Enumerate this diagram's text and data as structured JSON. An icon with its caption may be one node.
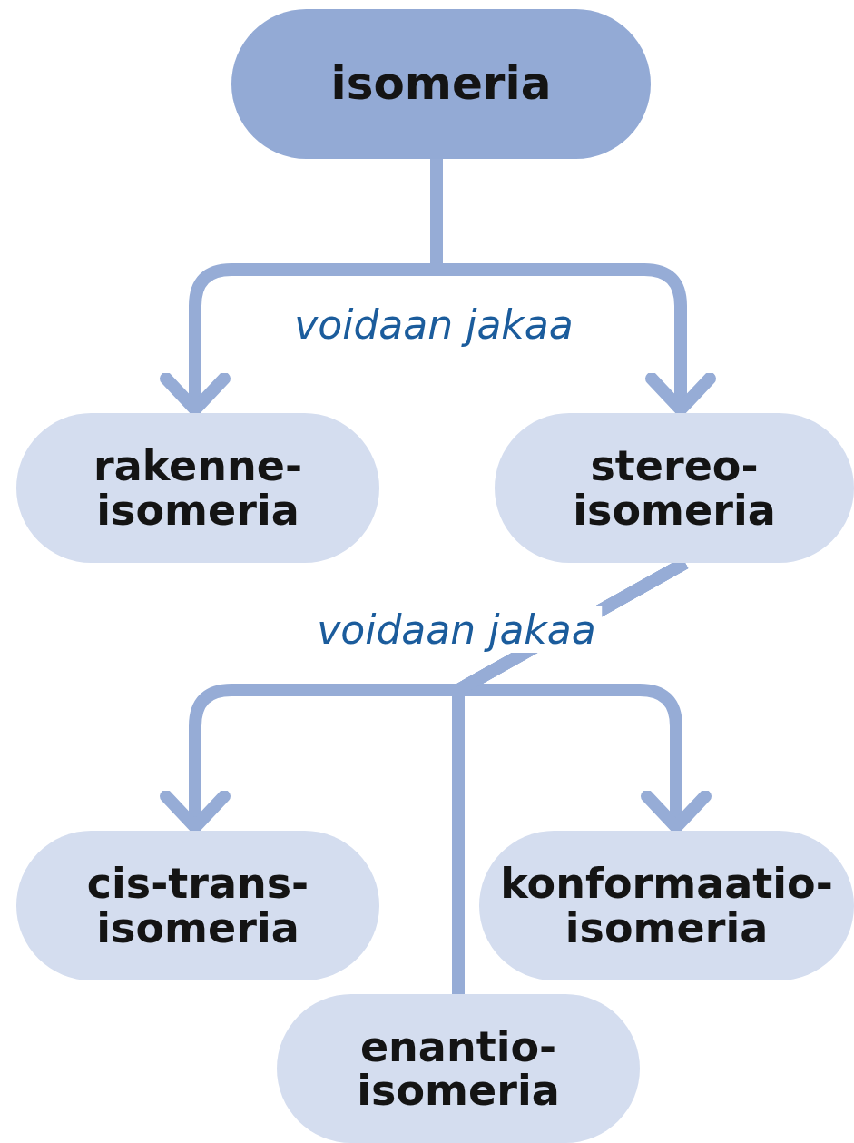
{
  "diagram": {
    "nodes": [
      {
        "text": [
          "isomeria"
        ]
      },
      {
        "text": [
          "rakenne-isomeria"
        ]
      },
      {
        "text": [
          "stereo-isomeria"
        ]
      },
      {
        "text": [
          "cis-trans-isomeria"
        ]
      },
      {
        "text": [
          "konformaatio-isomeria"
        ]
      },
      {
        "text": [
          "enantio-isomeria"
        ]
      }
    ],
    "edges": [
      {
        "from": 0,
        "to": 1,
        "arrow": "to",
        "label": "voidaan jakaa"
      },
      {
        "from": 0,
        "to": 2,
        "arrow": "to"
      },
      {
        "from": 2,
        "to": 3,
        "arrow": "to",
        "label": "voidaan jakaa"
      },
      {
        "from": 2,
        "to": 4,
        "arrow": "to"
      },
      {
        "from": 2,
        "to": 5,
        "arrow": "none"
      }
    ]
  }
}
